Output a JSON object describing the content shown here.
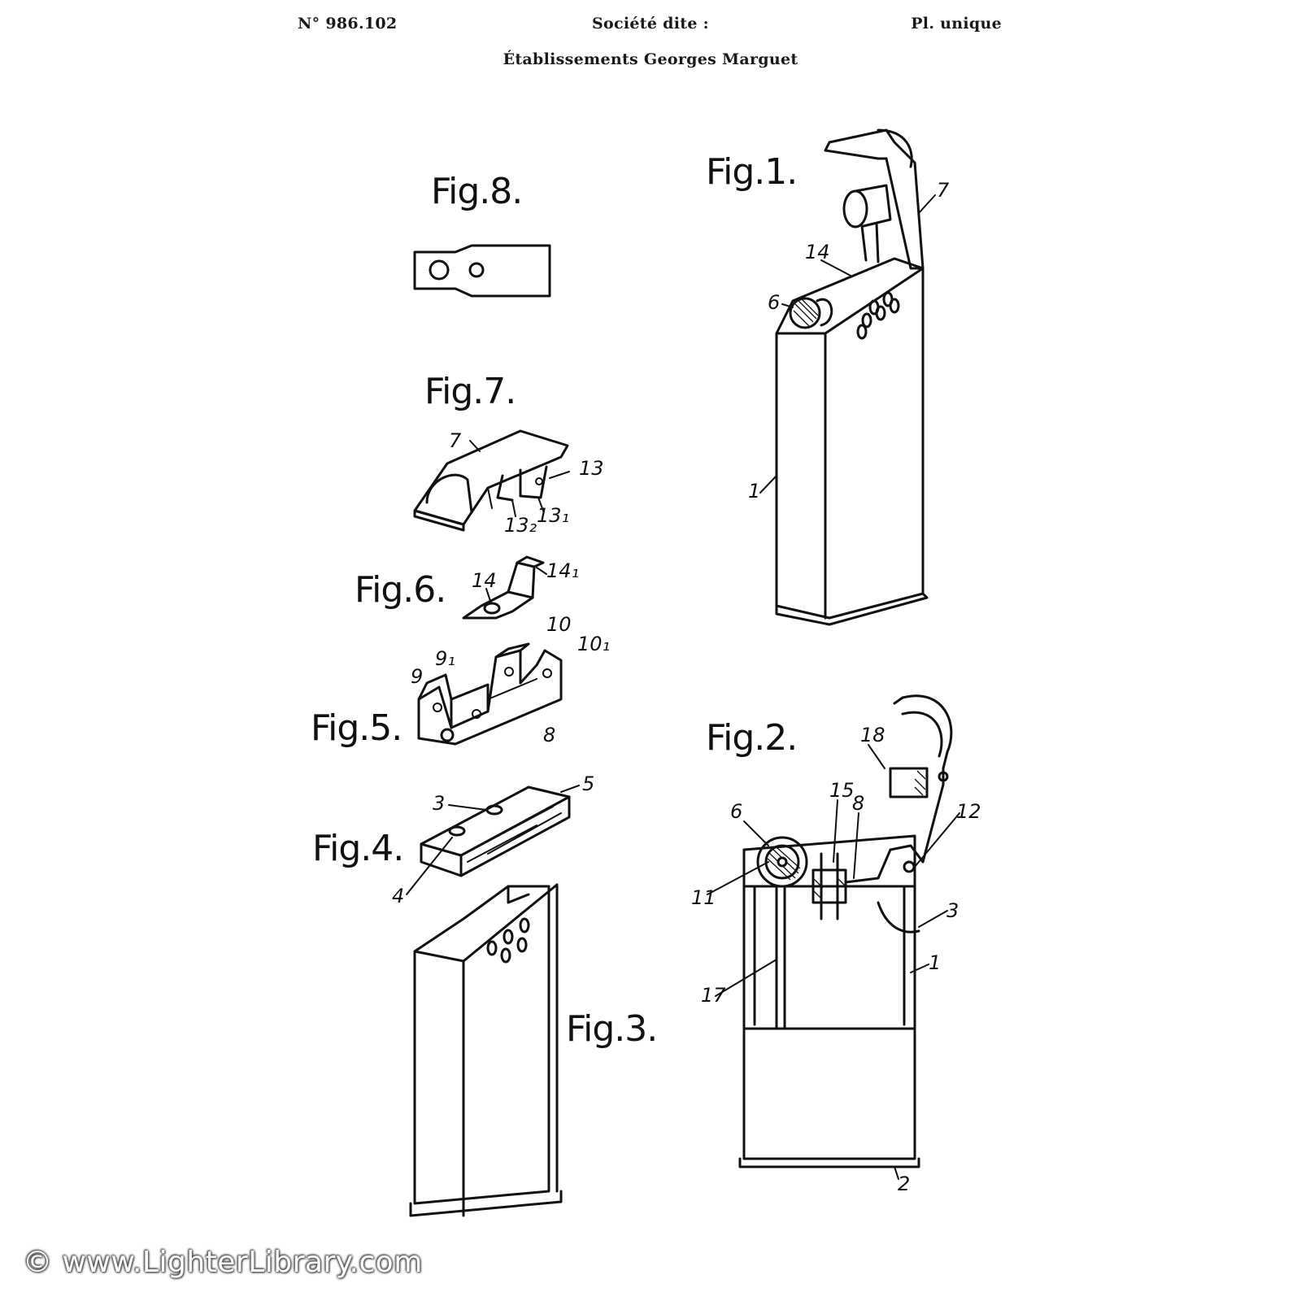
{
  "header": {
    "patent_number": "N° 986.102",
    "company_label": "Société dite :",
    "plate": "Pl. unique",
    "company_name": "Établissements Georges Marguet"
  },
  "figures": {
    "fig1": "Fig.1.",
    "fig2": "Fig.2.",
    "fig3": "Fig.3.",
    "fig4": "Fig.4.",
    "fig5": "Fig.5.",
    "fig6": "Fig.6.",
    "fig7": "Fig.7.",
    "fig8": "Fig.8."
  },
  "references": {
    "fig1": [
      "7",
      "14",
      "6",
      "1"
    ],
    "fig2": [
      "18",
      "15",
      "8",
      "6",
      "12",
      "11",
      "3",
      "1",
      "17",
      "2"
    ],
    "fig4": [
      "3",
      "5",
      "4"
    ],
    "fig5": [
      "10",
      "10₁",
      "9₁",
      "9",
      "8"
    ],
    "fig6": [
      "14",
      "14₁"
    ],
    "fig7": [
      "7",
      "13",
      "13₂",
      "13₁"
    ]
  },
  "watermark": "© www.LighterLibrary.com"
}
